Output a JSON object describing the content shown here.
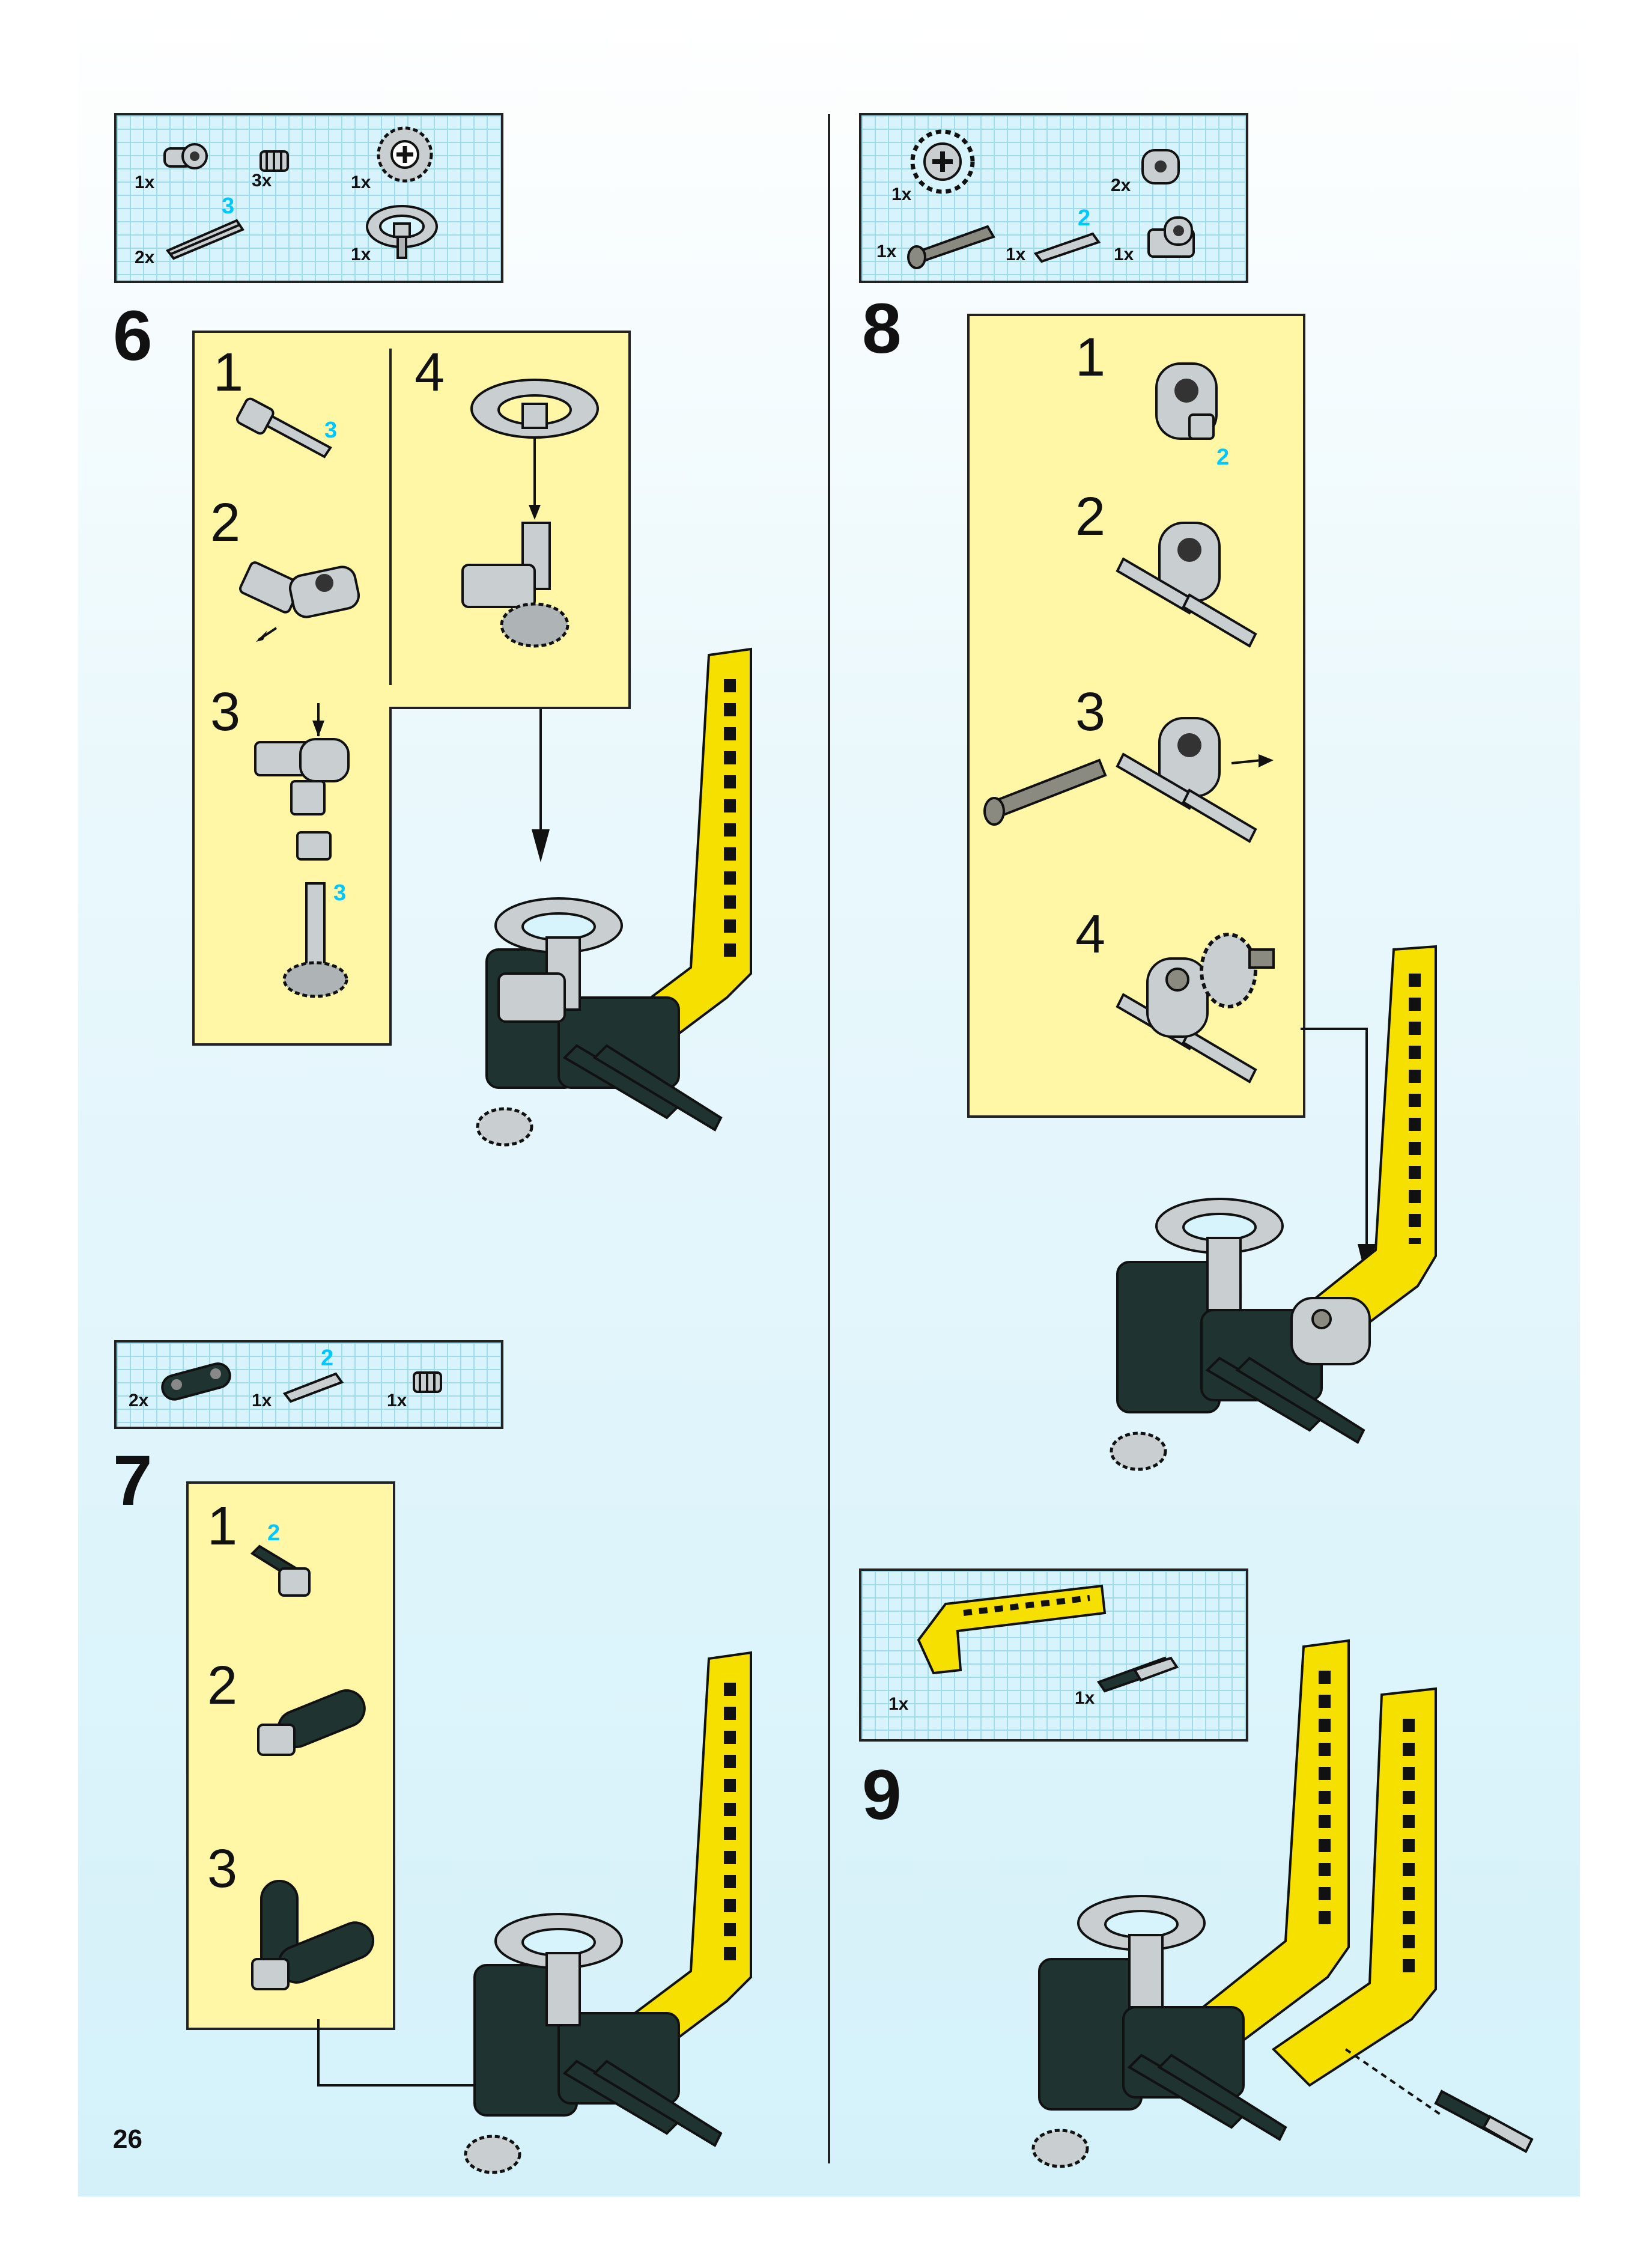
{
  "page_number": "26",
  "steps": [
    {
      "number": "6",
      "parts": [
        {
          "qty": "1x",
          "icon": "perpendicular-connector-icon"
        },
        {
          "qty": "3x",
          "icon": "bush-icon"
        },
        {
          "qty": "1x",
          "icon": "gear-icon"
        },
        {
          "qty": "2x",
          "icon": "axle-icon",
          "length": "3"
        },
        {
          "qty": "1x",
          "icon": "steering-wheel-icon"
        }
      ],
      "substeps": [
        "1",
        "2",
        "3",
        "4"
      ],
      "substep_callouts": [
        "3",
        "3"
      ]
    },
    {
      "number": "7",
      "parts": [
        {
          "qty": "2x",
          "icon": "beam-icon"
        },
        {
          "qty": "1x",
          "icon": "axle-pin-icon",
          "length": "2"
        },
        {
          "qty": "1x",
          "icon": "bush-icon"
        }
      ],
      "substeps": [
        "1",
        "2",
        "3"
      ],
      "substep_callouts": [
        "2"
      ]
    },
    {
      "number": "8",
      "parts": [
        {
          "qty": "1x",
          "icon": "gear-icon"
        },
        {
          "qty": "2x",
          "icon": "perpendicular-connector-icon"
        },
        {
          "qty": "1x",
          "icon": "long-pin-icon"
        },
        {
          "qty": "1x",
          "icon": "axle-pin-icon",
          "length": "2"
        },
        {
          "qty": "1x",
          "icon": "perpendicular-connector-icon"
        }
      ],
      "substeps": [
        "1",
        "2",
        "3",
        "4"
      ],
      "substep_callouts": [
        "2"
      ]
    },
    {
      "number": "9",
      "parts": [
        {
          "qty": "1x",
          "icon": "bent-liftarm-icon"
        },
        {
          "qty": "1x",
          "icon": "axle-pin-icon"
        }
      ]
    }
  ],
  "colors": {
    "callout_bg": "#fff7a6",
    "liftarm": "#f5e000",
    "dark_part": "#1f3330",
    "grey_part": "#c9ced0",
    "cyan_label": "#00c8ff"
  }
}
